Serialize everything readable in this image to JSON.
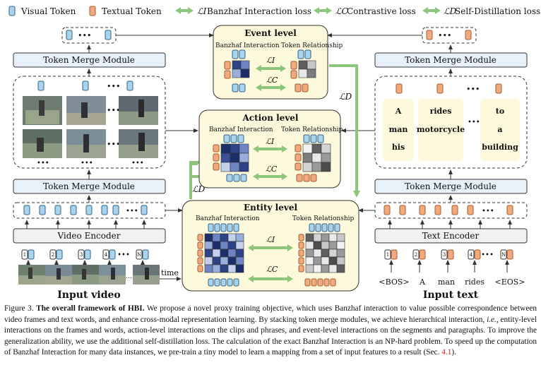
{
  "legend": {
    "visual_token": "Visual Token",
    "textual_token": "Textual Token",
    "loss_i": "Banzhaf Interaction loss",
    "loss_c": "Contrastive loss",
    "loss_d": "Self-Distillation loss",
    "sym_i": "ℒI",
    "sym_c": "ℒC",
    "sym_d": "ℒD"
  },
  "left": {
    "token_merge_top": "Token Merge Module",
    "token_merge_bottom": "Token Merge Module",
    "video_encoder": "Video Encoder",
    "frame_indices": [
      "1",
      "2",
      "3",
      "4",
      "N"
    ],
    "time_label": "time",
    "input_label": "Input video"
  },
  "right": {
    "token_merge_top": "Token Merge Module",
    "token_merge_bottom": "Token Merge Module",
    "text_encoder": "Text Encoder",
    "token_indices": [
      "1",
      "2",
      "3",
      "4",
      "N"
    ],
    "tokens": [
      "<BOS>",
      "A",
      "man",
      "rides",
      "<EOS>"
    ],
    "input_label": "Input text",
    "phrase_words": [
      "A",
      "man",
      "his",
      "rides",
      "motorcycle",
      "to",
      "a",
      "building"
    ]
  },
  "levels": {
    "event": {
      "title": "Event level",
      "sub_left": "Banzhaf Interaction",
      "sub_right": "Token Relationship"
    },
    "action": {
      "title": "Action level",
      "sub_left": "Banzhaf Interaction",
      "sub_right": "Token Relationship"
    },
    "entity": {
      "title": "Entity level",
      "sub_left": "Banzhaf Interaction",
      "sub_right": "Token Relationship"
    }
  },
  "colors": {
    "visual": "#a9d4ee",
    "textual": "#f1aa7d",
    "arrow": "#8cc67a",
    "heat_dark": "#1d2f6b",
    "gray_dark": "#5f5f5f"
  },
  "caption": {
    "label": "Figure 3.",
    "title": "The overall framework of HBI.",
    "p1": " We propose a novel proxy training objective, which uses Banzhaf interaction to value possible correspondence between video frames and text words, and enhance cross-modal representation learning. By stacking token merge modules, we achieve hierarchical interaction, ",
    "ie": "i.e.",
    "p2": ", entity-level interactions on the frames and words, action-level interactions on the clips and phrases, and event-level interactions on the segments and paragraphs. To improve the generalization ability, we use the additional self-distillation loss. The calculation of the exact Banzhaf Interaction is an NP-hard problem. To speed up the computation of Banzhaf Interaction for many data instances, we pre-train a tiny model to learn a mapping from a set of input features to a result (Sec. ",
    "ref": "4.1",
    "p3": ")."
  }
}
